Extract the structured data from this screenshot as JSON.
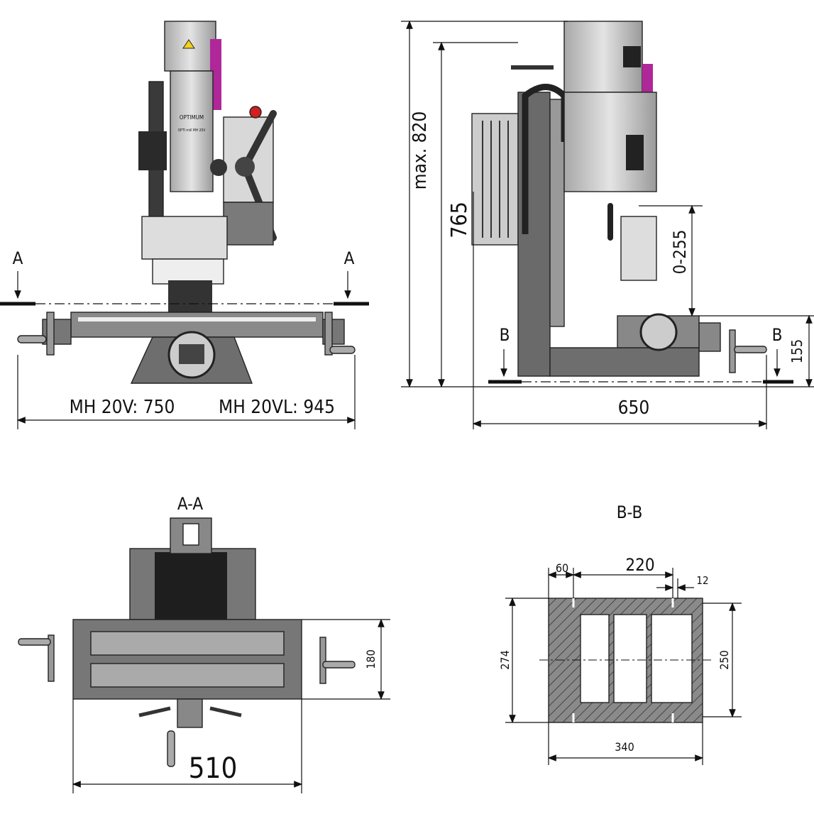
{
  "front_view": {
    "section_marker_left": "A",
    "section_marker_right": "A",
    "width_label_v": "MH 20V: 750",
    "width_label_vl": "MH 20VL: 945",
    "head_brand": "OPTIMUM",
    "head_model": "OPTI mill MH 20V"
  },
  "side_view": {
    "height_max": "max. 820",
    "height": "765",
    "spindle_travel": "0-255",
    "table_height": "155",
    "depth": "650",
    "section_marker_left": "B",
    "section_marker_right": "B"
  },
  "section_a": {
    "title": "A-A",
    "table_depth": "180",
    "table_width": "510"
  },
  "section_b": {
    "title": "B-B",
    "dim_offset": "60",
    "dim_spacing": "220",
    "dim_slot": "12",
    "dim_height_outer": "274",
    "dim_height_inner": "250",
    "dim_width": "340"
  },
  "colors": {
    "accent": "#b0279a",
    "body": "#c8c8c8",
    "dark": "#5a5a5a",
    "base": "#7a7a7a"
  }
}
